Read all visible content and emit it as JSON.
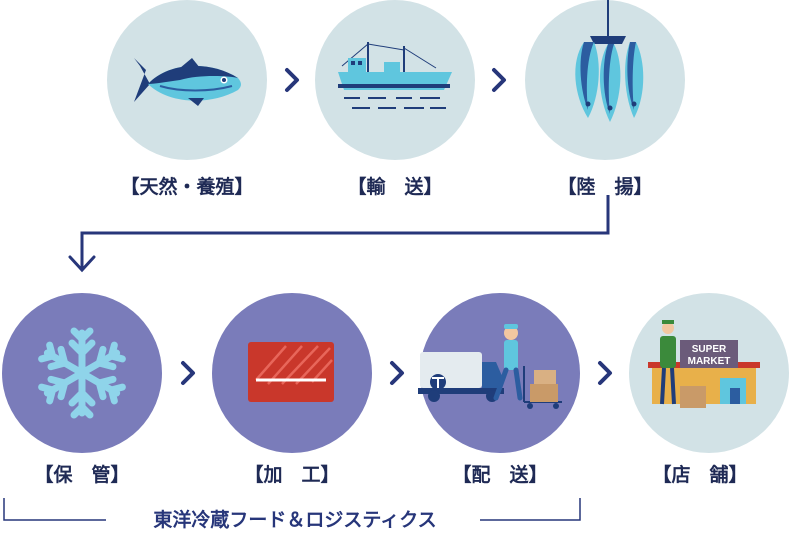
{
  "title": "",
  "colors": {
    "light_circle": "#d2e2e6",
    "dark_circle": "#7a7cba",
    "navy": "#27367a",
    "fish_light": "#5fc6de",
    "fish_dark": "#1f3d7a",
    "tuna_red": "#c9372b"
  },
  "steps": [
    {
      "label": "【天然・養殖】",
      "icon": "tuna-fish-icon"
    },
    {
      "label": "【輸　送】",
      "icon": "fishing-ship-icon"
    },
    {
      "label": "【陸　揚】",
      "icon": "hanging-fish-icon"
    },
    {
      "label": "【保　管】",
      "icon": "snowflake-icon"
    },
    {
      "label": "【加　工】",
      "icon": "tuna-block-icon"
    },
    {
      "label": "【配　送】",
      "icon": "delivery-truck-icon"
    },
    {
      "label": "【店　舗】",
      "icon": "supermarket-icon"
    }
  ],
  "supermarket_sign": {
    "line1": "SUPER",
    "line2": "MARKET"
  },
  "company_bracket": "東洋冷蔵フード＆ロジスティクス"
}
